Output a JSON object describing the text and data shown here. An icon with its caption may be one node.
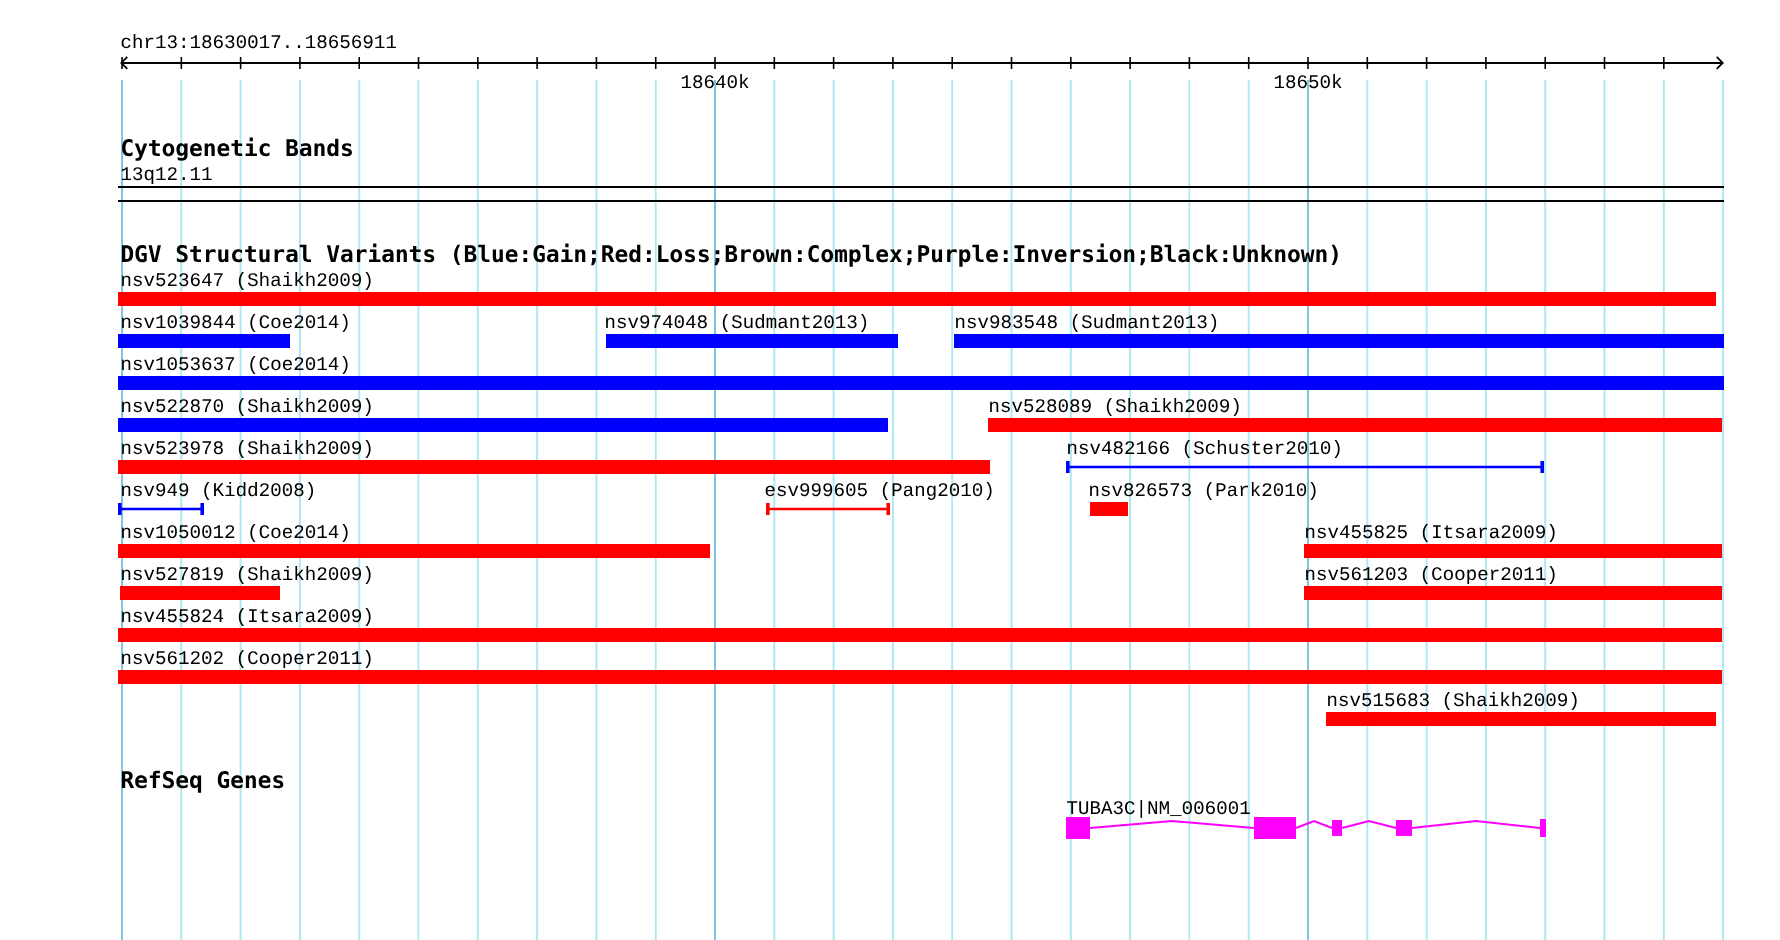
{
  "diagram": {
    "nodes": [
      {
        "text": [
          "nsv523647 (Shaikh2009)"
        ]
      },
      {
        "text": [
          "nsv1039844 (Coe2014)"
        ]
      },
      {
        "text": [
          "nsv974048 (Sudmant2013)"
        ]
      },
      {
        "text": [
          "nsv983548 (Sudmant2013)"
        ]
      },
      {
        "text": [
          "nsv1053637 (Coe2014)"
        ]
      },
      {
        "text": [
          "nsv522870 (Shaikh2009)"
        ]
      },
      {
        "text": [
          "nsv528089 (Shaikh2009)"
        ]
      },
      {
        "text": [
          "nsv523978 (Shaikh2009)"
        ]
      },
      {
        "text": [
          "nsv482166 (Schuster2010)"
        ]
      },
      {
        "text": [
          "nsv949 (Kidd2008)"
        ]
      },
      {
        "text": [
          "esv999605 (Pang2010)"
        ]
      },
      {
        "text": [
          "nsv826573 (Park2010)"
        ]
      },
      {
        "text": [
          "nsv1050012 (Coe2014)"
        ]
      },
      {
        "text": [
          "nsv455825 (Itsara2009)"
        ]
      },
      {
        "text": [
          "nsv527819 (Shaikh2009)"
        ]
      },
      {
        "text": [
          "nsv561203 (Cooper2011)"
        ]
      },
      {
        "text": [
          "nsv455824 (Itsara2009)"
        ]
      },
      {
        "text": [
          "nsv561202 (Cooper2011)"
        ]
      },
      {
        "text": [
          "nsv515683 (Shaikh2009)"
        ]
      },
      {
        "text": [
          "TUBA3C|NM_006001"
        ]
      }
    ],
    "labels": [
      "chr13:18630017..18656911",
      "18640k",
      "18650k",
      "Cytogenetic Bands",
      "13q12.11",
      "DGV Structural Variants (Blue:Gain;Red:Loss;Brown:Complex;Purple:Inversion;Black:Unknown)",
      "RefSeq Genes"
    ]
  }
}
